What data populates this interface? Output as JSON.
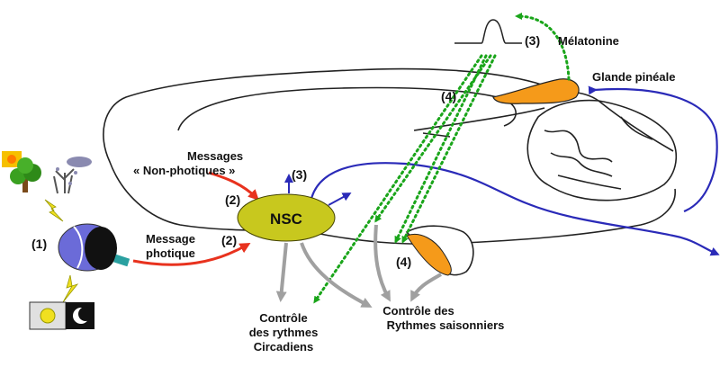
{
  "labels": {
    "melatonine": "Mélatonine",
    "glande_pineale": "Glande pinéale",
    "messages": "Messages",
    "non_photiques": "« Non-photiques »",
    "message": "Message",
    "photique": "photique",
    "nsc": "NSC",
    "controle_circ_1": "Contrôle",
    "controle_circ_2": "des rythmes",
    "controle_circ_3": "Circadiens",
    "controle_sais_1": "Contrôle des",
    "controle_sais_2": "Rythmes saisonniers",
    "num_1": "(1)",
    "num_2a": "(2)",
    "num_2b": "(2)",
    "num_3a": "(3)",
    "num_3b": "(3)",
    "num_4a": "(4)",
    "num_4b": "(4)"
  },
  "colors": {
    "brain_outline": "#222222",
    "nsc_fill": "#c8c81e",
    "pineal_fill": "#f59a1a",
    "green_path": "#1aa51a",
    "blue_path": "#2a2ab8",
    "red_arrow": "#e8321e",
    "gray_arrow": "#a0a0a0",
    "eye_blue": "#6b6bd8",
    "lightning": "#f0e020"
  },
  "icons": {
    "sun": "sun-icon",
    "trees": "tree-icon",
    "eye": "eye-icon",
    "lightning": "lightning-icon",
    "day_night": "day-night-icon"
  }
}
